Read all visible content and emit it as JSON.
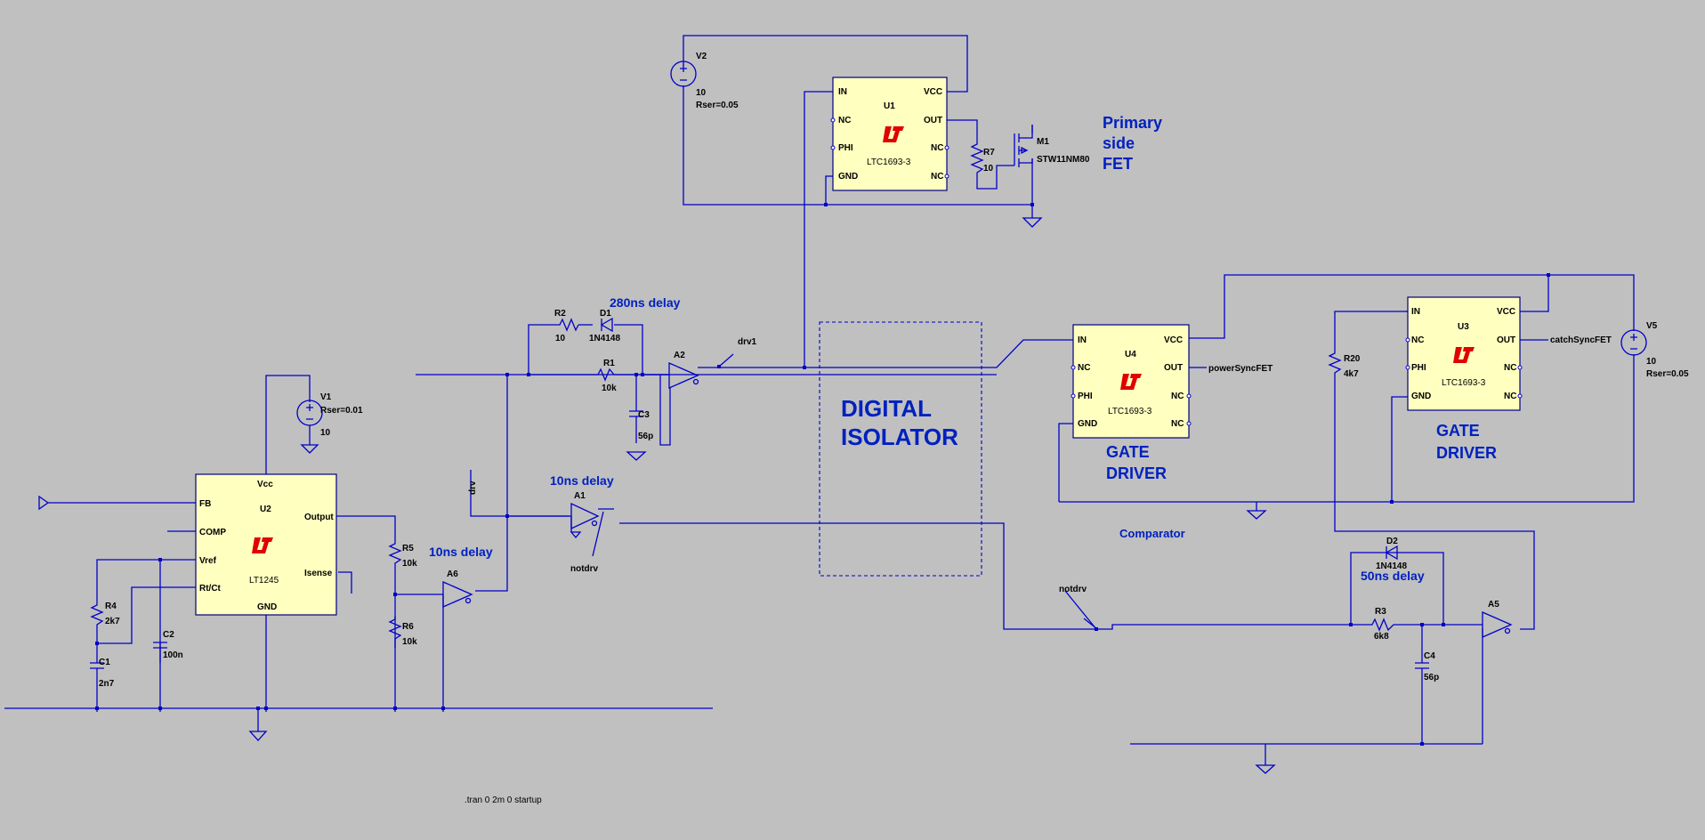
{
  "schematic": {
    "components": {
      "U1": {
        "ref": "U1",
        "part": "LTC1693-3",
        "pins": {
          "in": "IN",
          "nc1": "NC",
          "phi": "PHI",
          "gnd": "GND",
          "vcc": "VCC",
          "out": "OUT",
          "nc2": "NC",
          "nc3": "NC"
        }
      },
      "U2": {
        "ref": "U2",
        "part": "LT1245",
        "pins": {
          "vcc": "Vcc",
          "fb": "FB",
          "comp": "COMP",
          "vref": "Vref",
          "rtct": "Rt/Ct",
          "output": "Output",
          "isense": "Isense",
          "gnd": "GND"
        }
      },
      "U3": {
        "ref": "U3",
        "part": "LTC1693-3",
        "pins": {
          "in": "IN",
          "nc1": "NC",
          "phi": "PHI",
          "gnd": "GND",
          "vcc": "VCC",
          "out": "OUT",
          "nc2": "NC",
          "nc3": "NC"
        }
      },
      "U4": {
        "ref": "U4",
        "part": "LTC1693-3",
        "pins": {
          "in": "IN",
          "nc1": "NC",
          "phi": "PHI",
          "gnd": "GND",
          "vcc": "VCC",
          "out": "OUT",
          "nc2": "NC",
          "nc3": "NC"
        }
      },
      "V1": {
        "ref": "V1",
        "value": "10",
        "rser": "Rser=0.01"
      },
      "V2": {
        "ref": "V2",
        "value": "10",
        "rser": "Rser=0.05"
      },
      "V5": {
        "ref": "V5",
        "value": "10",
        "rser": "Rser=0.05"
      },
      "M1": {
        "ref": "M1",
        "part": "STW11NM80"
      },
      "R1": {
        "ref": "R1",
        "value": "10k"
      },
      "R2": {
        "ref": "R2",
        "value": "10"
      },
      "R3": {
        "ref": "R3",
        "value": "6k8"
      },
      "R4": {
        "ref": "R4",
        "value": "2k7"
      },
      "R5": {
        "ref": "R5",
        "value": "10k"
      },
      "R6": {
        "ref": "R6",
        "value": "10k"
      },
      "R7": {
        "ref": "R7",
        "value": "10"
      },
      "R20": {
        "ref": "R20",
        "value": "4k7"
      },
      "C1": {
        "ref": "C1",
        "value": "2n7"
      },
      "C2": {
        "ref": "C2",
        "value": "100n"
      },
      "C3": {
        "ref": "C3",
        "value": "56p"
      },
      "C4": {
        "ref": "C4",
        "value": "56p"
      },
      "D1": {
        "ref": "D1",
        "part": "1N4148"
      },
      "D2": {
        "ref": "D2",
        "part": "1N4148"
      },
      "A1": {
        "ref": "A1"
      },
      "A2": {
        "ref": "A2"
      },
      "A5": {
        "ref": "A5"
      },
      "A6": {
        "ref": "A6"
      }
    },
    "nets": {
      "drv1": "drv1",
      "drv": "drv",
      "notdrv_a1": "notdrv",
      "notdrv_b": "notdrv",
      "power_sync": "powerSyncFET",
      "catch_sync": "catchSyncFET"
    },
    "annotations": {
      "primary_fet": [
        "Primary",
        "side",
        "FET"
      ],
      "isolator": [
        "DIGITAL",
        "ISOLATOR"
      ],
      "gate_driver_u4": [
        "GATE",
        "DRIVER"
      ],
      "gate_driver_u3": [
        "GATE",
        "DRIVER"
      ],
      "delay_280": "280ns delay",
      "delay_10_a1": "10ns delay",
      "delay_10_a6": "10ns delay",
      "delay_50": "50ns delay",
      "comparator": "Comparator",
      "directive": ".tran 0 2m 0 startup"
    },
    "colors": {
      "background": "#c0c0c0",
      "wire": "#0000c8",
      "chip_fill": "#ffffc0",
      "label_blue": "#0020c0",
      "logo_red": "#e00000"
    }
  }
}
